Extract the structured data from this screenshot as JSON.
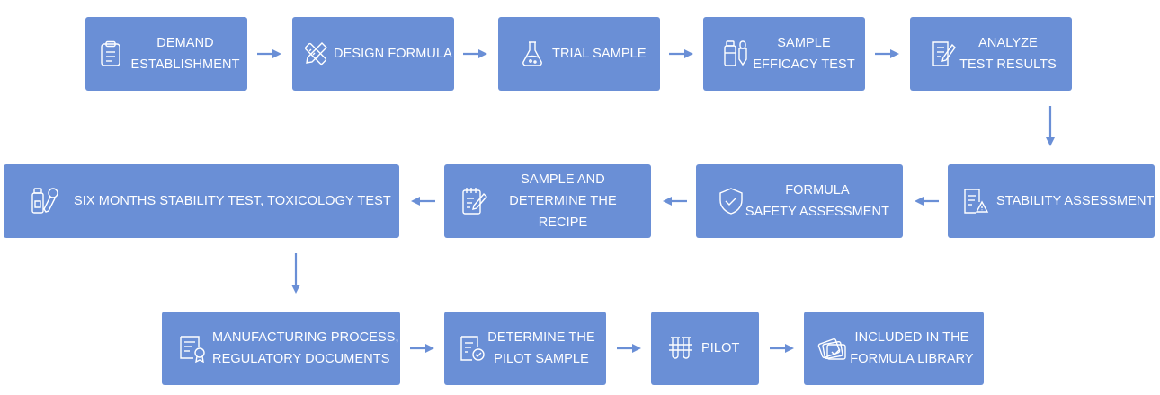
{
  "colors": {
    "box": "#6a8fd6",
    "arrow": "#6a8fd6",
    "text": "#ffffff",
    "background": "#ffffff"
  },
  "steps": [
    {
      "label": "DEMAND\nESTABLISHMENT",
      "icon": "clipboard-icon"
    },
    {
      "label": "DESIGN FORMULA",
      "icon": "ruler-pencil-icon"
    },
    {
      "label": "TRIAL SAMPLE",
      "icon": "flask-icon"
    },
    {
      "label": "SAMPLE\nEFFICACY TEST",
      "icon": "bottle-dropper-icon"
    },
    {
      "label": "ANALYZE\nTEST RESULTS",
      "icon": "document-pen-icon"
    },
    {
      "label": "STABILITY ASSESSMENT",
      "icon": "document-warning-icon"
    },
    {
      "label": "FORMULA\nSAFETY ASSESSMENT",
      "icon": "shield-check-icon"
    },
    {
      "label": "SAMPLE AND\nDETERMINE THE RECIPE",
      "icon": "notepad-pen-icon"
    },
    {
      "label": "SIX MONTHS STABILITY TEST, TOXICOLOGY TEST",
      "icon": "bottle-dropper-icon"
    },
    {
      "label": "MANUFACTURING PROCESS,\nREGULATORY DOCUMENTS",
      "icon": "certificate-icon"
    },
    {
      "label": "DETERMINE THE\nPILOT SAMPLE",
      "icon": "document-check-icon"
    },
    {
      "label": "PILOT",
      "icon": "test-tubes-icon"
    },
    {
      "label": "INCLUDED IN THE\nFORMULA LIBRARY",
      "icon": "card-stack-check-icon"
    }
  ]
}
